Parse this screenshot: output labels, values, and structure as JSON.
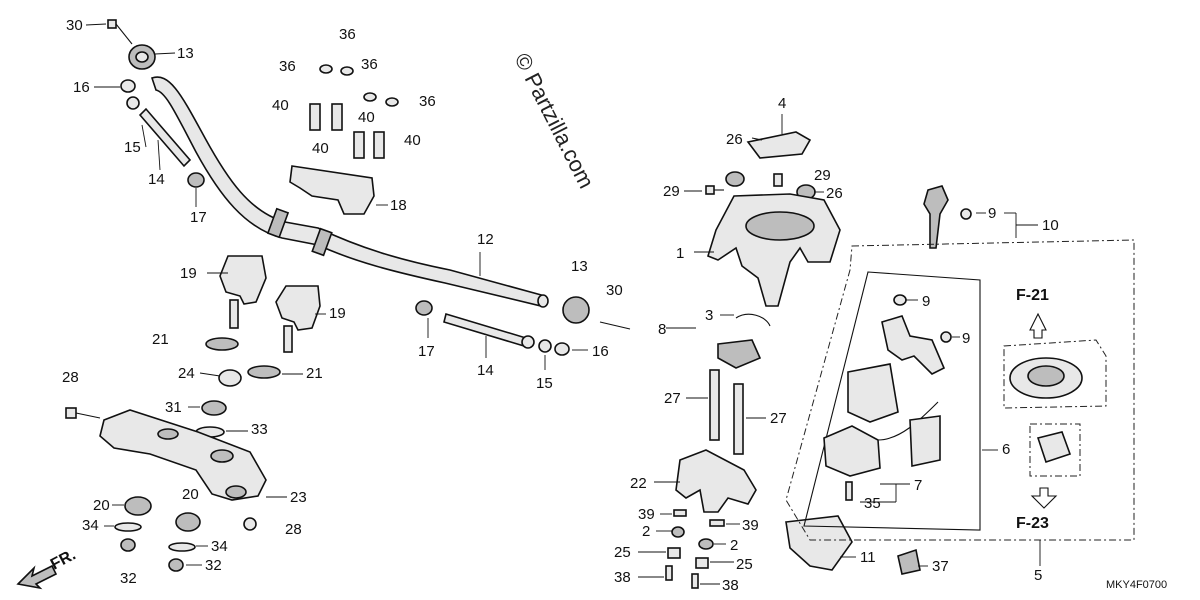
{
  "watermark": "© Partzilla.com",
  "diagram_code": "MKY4F0700",
  "front_label": "FR.",
  "ref_f21": "F-21",
  "ref_f23": "F-23",
  "callouts": [
    "30",
    "13",
    "36",
    "36",
    "36",
    "36",
    "16",
    "40",
    "40",
    "40",
    "40",
    "15",
    "14",
    "17",
    "18",
    "12",
    "19",
    "19",
    "21",
    "24",
    "21",
    "13",
    "30",
    "17",
    "14",
    "15",
    "16",
    "28",
    "31",
    "33",
    "23",
    "20",
    "20",
    "34",
    "34",
    "28",
    "32",
    "32",
    "4",
    "26",
    "29",
    "29",
    "26",
    "1",
    "9",
    "10",
    "3",
    "8",
    "9",
    "9",
    "27",
    "27",
    "6",
    "22",
    "7",
    "35",
    "39",
    "39",
    "2",
    "2",
    "25",
    "25",
    "38",
    "38",
    "11",
    "37",
    "5"
  ]
}
